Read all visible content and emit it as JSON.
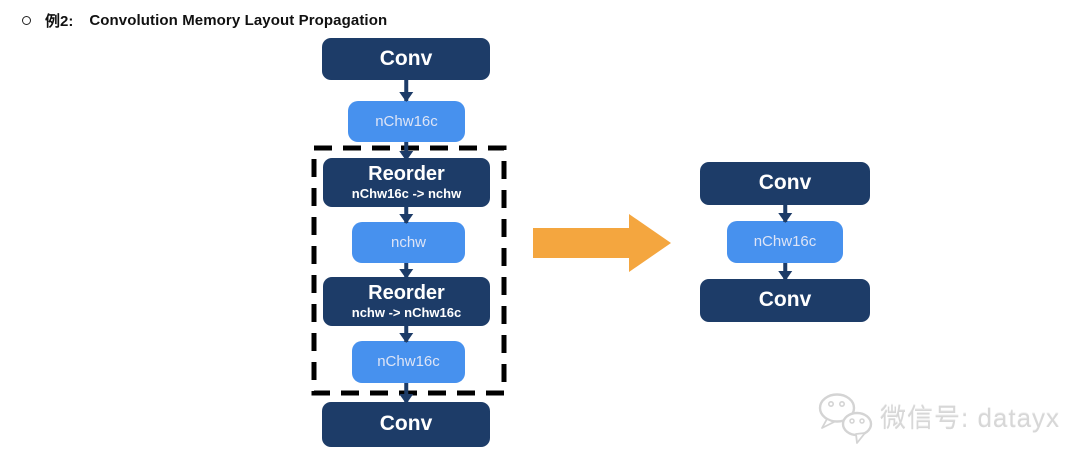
{
  "header": {
    "label": "例2:",
    "title": "Convolution Memory Layout Propagation"
  },
  "left_flow": {
    "conv_top": "Conv",
    "tensor_top": "nChw16c",
    "reorder1_title": "Reorder",
    "reorder1_subtitle": "nChw16c -> nchw",
    "tensor_mid": "nchw",
    "reorder2_title": "Reorder",
    "reorder2_subtitle": "nchw -> nChw16c",
    "tensor_bottom": "nChw16c",
    "conv_bottom": "Conv"
  },
  "right_flow": {
    "conv_top": "Conv",
    "tensor": "nChw16c",
    "conv_bottom": "Conv"
  },
  "watermark": {
    "icon": "wechat-icon",
    "text": "微信号: datayx"
  },
  "colors": {
    "node_dark": "#1d3c68",
    "node_light": "#4791ee",
    "transform_arrow": "#f4a63f",
    "dashed_border": "#000000",
    "watermark": "#d7d7d7"
  }
}
